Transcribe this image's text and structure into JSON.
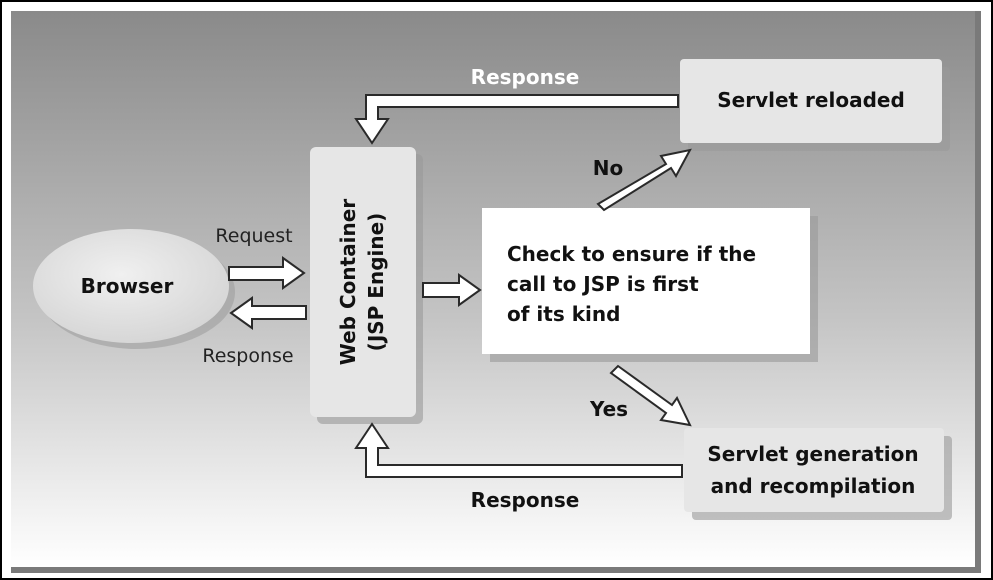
{
  "diagram": {
    "browser": "Browser",
    "container_line1": "Web Container",
    "container_line2": "(JSP Engine)",
    "check_line1": "Check to ensure if the",
    "check_line2": "call to JSP is first",
    "check_line3": "of its kind",
    "reloaded": "Servlet reloaded",
    "generation_line1": "Servlet generation",
    "generation_line2": "and recompilation",
    "label_request": "Request",
    "label_response_left": "Response",
    "label_response_top": "Response",
    "label_response_bottom": "Response",
    "label_no": "No",
    "label_yes": "Yes"
  },
  "colors": {
    "frame": "#000000",
    "gradient_top": "#8c8c8c",
    "gradient_bottom": "#ffffff",
    "box_fill": "#e6e6e6",
    "check_fill": "#ffffff",
    "shadow": "#a8a8a8"
  }
}
